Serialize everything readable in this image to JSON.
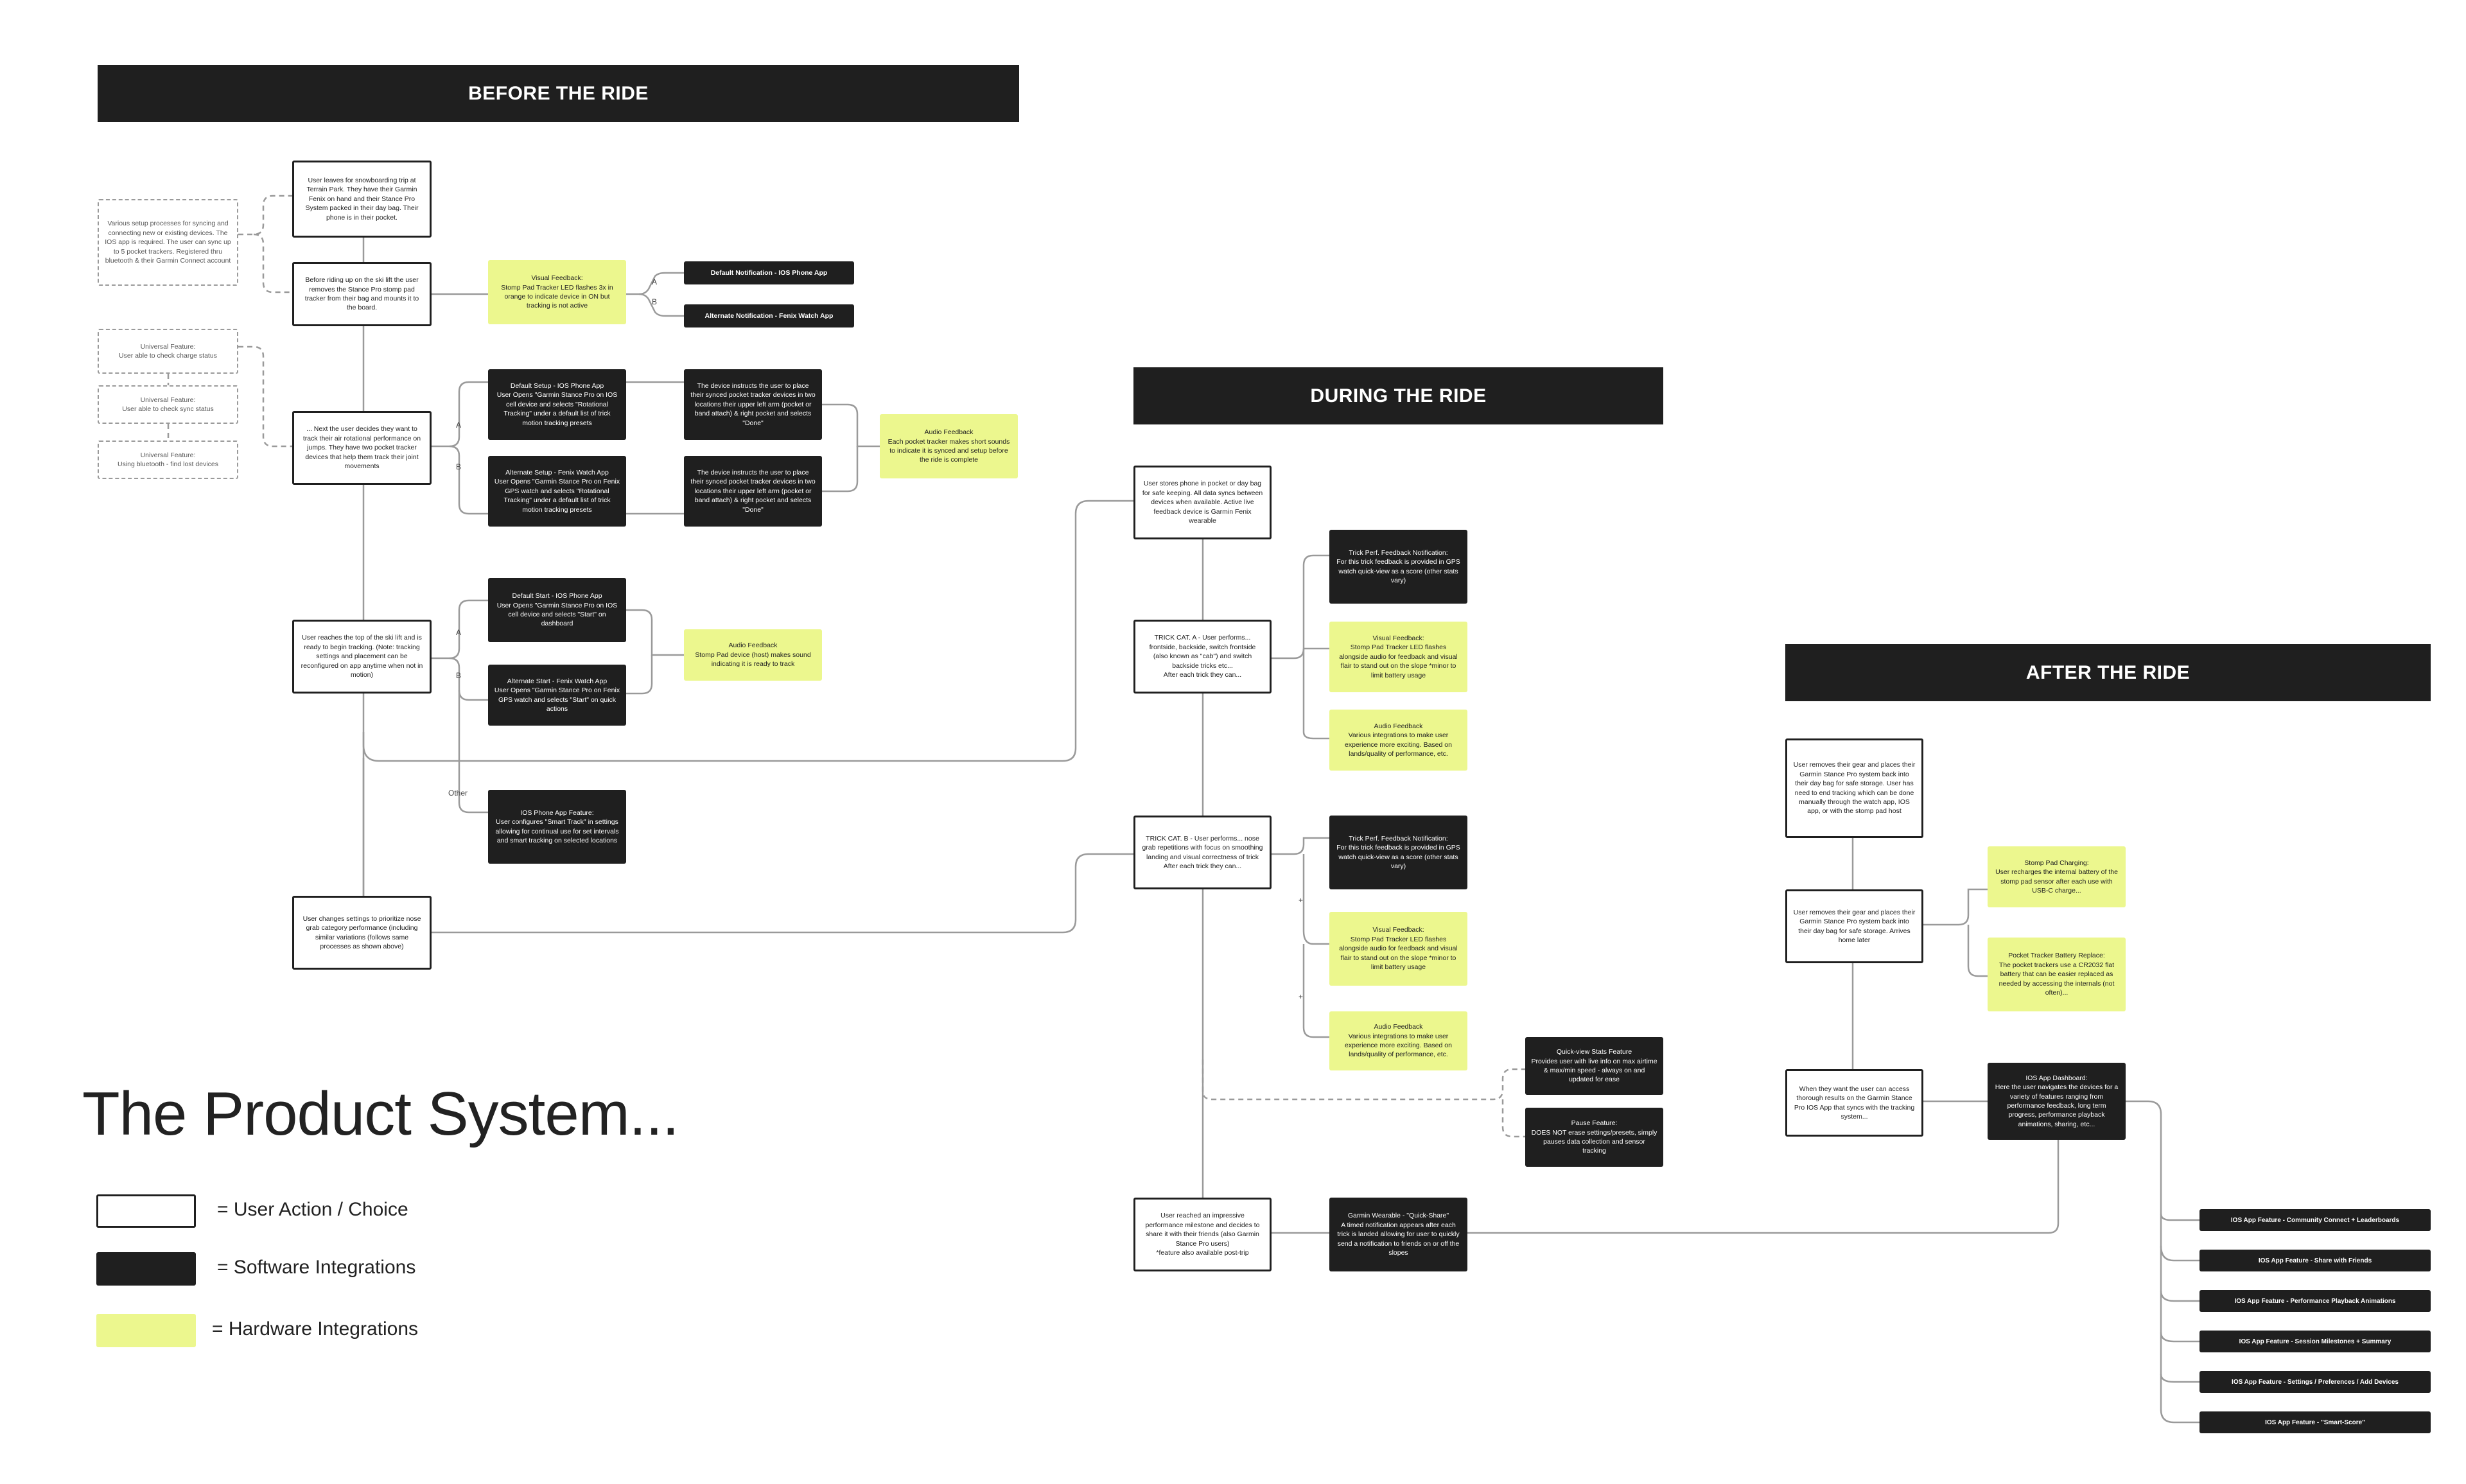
{
  "headers": {
    "before": "BEFORE THE RIDE",
    "during": "DURING THE RIDE",
    "after": "AFTER THE RIDE"
  },
  "title": "The Product System...",
  "legend": [
    {
      "label": "= User Action / Choice"
    },
    {
      "label": "= Software Integrations"
    },
    {
      "label": "= Hardware Integrations"
    }
  ],
  "colors": {
    "dark": "#1f1f1f",
    "hardware": "#ecf78e",
    "line": "#9a9a9a"
  },
  "branch_labels": {
    "a": "A",
    "b": "B",
    "other": "Other",
    "plus": "+"
  },
  "before": {
    "universal_setup": "Various setup processes for syncing and connecting new or existing devices. The IOS app is required. The user can sync up to 5 pocket trackers. Registered thru bluetooth & their Garmin Connect account",
    "universal_charge": "Universal Feature:\nUser able to check charge status",
    "universal_sync": "Universal Feature:\nUser able to check sync status",
    "universal_bt": "Universal Feature:\nUsing bluetooth - find lost devices",
    "u1": "User leaves for snowboarding trip at Terrain Park. They have their Garmin Fenix on hand and their Stance Pro System packed in their day bag. Their phone is in their pocket.",
    "u2": "Before riding up on the ski lift the user removes the Stance Pro stomp pad tracker from their bag and mounts it to the board.",
    "h_visual": "Visual Feedback:\nStomp Pad Tracker LED flashes 3x in orange to indicate device in ON but tracking is not active",
    "s_default_notif": "Default Notification - IOS Phone App",
    "s_alt_notif": "Alternate Notification - Fenix Watch App",
    "u3": "... Next the user decides they want to track their air rotational performance on jumps. They have two pocket tracker devices that help them track their joint movements",
    "s_default_setup": "Default Setup - IOS Phone App\nUser Opens \"Garmin Stance Pro on IOS cell device and selects \"Rotational Tracking\" under a default list of trick motion tracking presets",
    "s_alt_setup": "Alternate Setup - Fenix Watch App\nUser Opens \"Garmin Stance Pro on Fenix GPS watch and selects \"Rotational Tracking\" under a default list of trick motion tracking presets",
    "s_instruct_1": "The device instructs the user to place their synced pocket tracker devices in two locations their upper left arm (pocket or band attach) & right pocket and selects \"Done\"",
    "s_instruct_2": "The device instructs the user to place their synced pocket tracker devices in two locations their upper left arm (pocket or band attach) & right pocket and selects \"Done\"",
    "h_audio_1": "Audio Feedback\nEach pocket tracker makes short sounds to indicate it is synced and setup before the ride is complete",
    "u4": "User reaches the top of the ski lift and is ready to begin tracking. (Note: tracking settings and placement can be reconfigured on app anytime when not in motion)",
    "s_default_start": "Default Start - IOS Phone App\nUser Opens \"Garmin Stance Pro on IOS cell device and selects \"Start\" on dashboard",
    "s_alt_start": "Alternate Start - Fenix Watch App\nUser Opens \"Garmin Stance Pro on Fenix GPS watch and selects \"Start\" on quick actions",
    "h_audio_2": "Audio Feedback\nStomp Pad device (host) makes sound indicating it is ready to track",
    "s_ios_feature": "IOS Phone App Feature:\nUser configures \"Smart Track\" in settings allowing for continual use for set intervals and smart tracking on selected locations",
    "u5": "User changes settings to prioritize nose grab category performance (including similar variations (follows same processes as shown above)"
  },
  "during": {
    "u_store": "User stores phone in pocket or day bag for safe keeping. All data syncs between devices when available. Active live feedback device is Garmin Fenix wearable",
    "u_trick_a": "TRICK CAT. A - User performs... frontside, backside, switch frontside (also known as \"cab\") and switch backside tricks etc...\nAfter each trick they can...",
    "s_perf_a": "Trick Perf. Feedback Notification:\nFor this trick feedback is provided in GPS watch quick-view as a score (other stats vary)",
    "h_visual_a": "Visual Feedback:\nStomp Pad Tracker LED flashes alongside audio for feedback and visual flair to stand out on the slope *minor to limit battery usage",
    "h_audio_a": "Audio Feedback\nVarious integrations to make user experience more exciting. Based on lands/quality of performance, etc.",
    "u_trick_b": "TRICK CAT. B - User performs... nose grab repetitions with focus on smoothing landing and visual correctness of trick\nAfter each trick they can...",
    "s_perf_b": "Trick Perf. Feedback Notification:\nFor this trick feedback is provided in GPS watch quick-view as a score (other stats vary)",
    "h_visual_b": "Visual Feedback:\nStomp Pad Tracker LED flashes alongside audio for feedback and visual flair to stand out on the slope *minor to limit battery usage",
    "h_audio_b": "Audio Feedback\nVarious integrations to make user experience more exciting. Based on lands/quality of performance, etc.",
    "s_quickview": "Quick-view Stats Feature\nProvides user with live info on max airtime & max/min speed - always on and updated for ease",
    "s_pause": "Pause Feature:\nDOES NOT erase settings/presets, simply pauses data collection and sensor tracking",
    "u_milestone": "User reached an impressive performance milestone and decides to share it with their friends (also Garmin Stance Pro users)\n*feature also available post-trip",
    "s_quickshare": "Garmin Wearable - \"Quick-Share\"\nA timed notification appears after each trick is landed allowing for user to quickly send a notification to friends on or off the slopes"
  },
  "after": {
    "u_remove_1": "User removes their gear and places their Garmin Stance Pro system back into their day bag for safe storage. User has need to end tracking which can be done manually through the watch app, IOS app, or with the stomp pad host",
    "u_remove_2": "User removes their gear and places their Garmin Stance Pro system back into their day bag for safe storage. Arrives home later",
    "h_charging": "Stomp Pad Charging:\nUser recharges the internal battery of the stomp pad sensor after each use with USB-C charge...",
    "h_battery": "Pocket Tracker Battery Replace:\nThe pocket trackers use a CR2032 flat battery that can be easier replaced as needed by accessing the internals (not often)...",
    "u_results": "When they want the user can access thorough results on the Garmin Stance Pro IOS App that syncs with the tracking system...",
    "s_dashboard": "IOS App Dashboard:\nHere the user navigates the devices for a variety of features ranging from performance feedback, long term progress, performance playback animations, sharing, etc...",
    "features": [
      {
        "label": "IOS App Feature - Community Connect + Leaderboards"
      },
      {
        "label": "IOS App Feature - Share with Friends"
      },
      {
        "label": "IOS App Feature - Performance Playback Animations"
      },
      {
        "label": "IOS App Feature - Session Milestones + Summary"
      },
      {
        "label": "IOS App Feature - Settings / Preferences / Add Devices"
      },
      {
        "label": "IOS App Feature - \"Smart-Score\""
      }
    ]
  }
}
